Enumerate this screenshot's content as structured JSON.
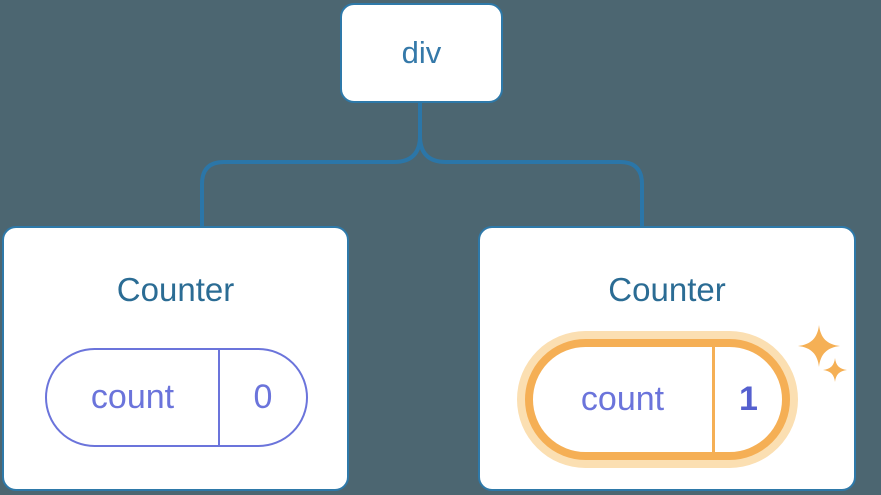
{
  "diagram": {
    "description": "React component tree diagram: root div element with two Counter children, each holding isolated count state; second Counter's state was just updated (highlighted with sparkles)"
  },
  "tree": {
    "root": {
      "label": "div"
    },
    "children": [
      {
        "title": "Counter",
        "state": {
          "key": "count",
          "value": "0"
        },
        "highlighted": false
      },
      {
        "title": "Counter",
        "state": {
          "key": "count",
          "value": "1"
        },
        "highlighted": true
      }
    ]
  },
  "icons": {
    "sparkles": "sparkles-icon"
  },
  "colors": {
    "background": "#4C6671",
    "connector_blue": "#2B76A8",
    "node_border_blue": "#2E79A9",
    "node_text_blue": "#3579A9",
    "title_text_blue": "#2B6C94",
    "state_purple": "#6B74DB",
    "state_value_bold_purple": "#5560CF",
    "highlight_orange": "#F5AF55",
    "highlight_glow_orange": "#FBDFB2",
    "sparkle_orange": "#F5B055",
    "card_background": "#FFFFFF"
  }
}
